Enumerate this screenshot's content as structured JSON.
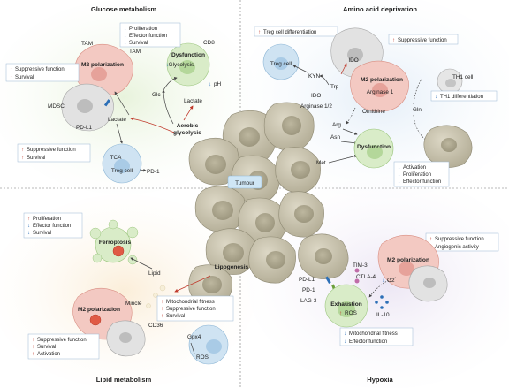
{
  "quadrants": {
    "glucose": "Glucose metabolism",
    "amino": "Amino acid deprivation",
    "lipid": "Lipid metabolism",
    "hypoxia": "Hypoxia"
  },
  "center": {
    "tumour": "Tumour",
    "aerobic_1": "Aerobic",
    "aerobic_2": "glycolysis",
    "lipogenesis": "Lipogenesis"
  },
  "glucose": {
    "tam_1": "TAM",
    "tam_2": "TAM",
    "m2": "M2 polarization",
    "mdsc": "MDSC",
    "pdl1": "PD-L1",
    "lactate_1": "Lactate",
    "lactate_2": "Lactate",
    "glc": "Glc",
    "cd8": "CD8",
    "dysfunction": "Dysfunction",
    "glycolysis": "Glycolysis",
    "ph": "pH",
    "tca": "TCA",
    "treg": "Treg cell",
    "pd1": "PD-1",
    "box_cd8": [
      "Proliferation",
      "Effector function",
      "Survival"
    ],
    "box_cd8_dir": [
      "down",
      "down",
      "down"
    ],
    "box_tam": [
      "Suppressive function",
      "Survival"
    ],
    "box_tam_dir": [
      "up",
      "up"
    ],
    "box_treg": [
      "Suppressive function",
      "Survival"
    ],
    "box_treg_dir": [
      "up",
      "up"
    ]
  },
  "amino": {
    "treg_diff": "Treg cell differentiation",
    "treg": "Treg cell",
    "ido_1": "IDO",
    "ido_2": "IDO",
    "supp": "Suppressive function",
    "kyn": "KYN",
    "trp": "Trp",
    "m2": "M2 polarization",
    "arginase1": "Arginase 1",
    "th1": "TH1 cell",
    "th1_diff": "TH1 differentiation",
    "arginase12": "Arginase 1/2",
    "ornithine": "Ornithine",
    "gln": "Gln",
    "arg": "Arg",
    "asn": "Asn",
    "met": "Met",
    "dysfunction": "Dysfunction",
    "box": [
      "Activation",
      "Proliferation",
      "Effector function"
    ],
    "box_dir": [
      "down",
      "down",
      "down"
    ]
  },
  "lipid": {
    "box": [
      "Proliferation",
      "Effector function",
      "Survival"
    ],
    "box_dir": [
      "up",
      "down",
      "down"
    ],
    "ferroptosis": "Ferroptosis",
    "lipid": "Lipid",
    "m2": "M2 polarization",
    "mincle": "Mincle",
    "cd36": "CD36",
    "box2": [
      "Suppressive function",
      "Survival",
      "Activation"
    ],
    "box2_dir": [
      "up",
      "up",
      "up"
    ],
    "box3": [
      "Mitochondrial fitness",
      "Suppressive function",
      "Survival"
    ],
    "box3_dir": [
      "up",
      "up",
      "up"
    ],
    "gpx4": "Gpx4",
    "ros": "ROS"
  },
  "hypoxia": {
    "box": [
      "Suppressive function",
      "Angiogenic activity"
    ],
    "box_dir": [
      "up",
      "up"
    ],
    "m2": "M2 polarization",
    "tim3": "TIM-3",
    "ctla4": "CTLA-4",
    "pdl1": "PD-L1",
    "pd1": "PD-1",
    "lag3": "LAG-3",
    "o2": "O2",
    "exhaustion": "Exhaustion",
    "ros": "ROS",
    "il10": "IL-10",
    "box2": [
      "Mitochondrial fitness",
      "Effector function"
    ],
    "box2_dir": [
      "down",
      "down"
    ]
  },
  "colors": {
    "tumour_cell": "#c9c4b0",
    "green_cell": "#d9ecc8",
    "blue_cell": "#cfe3f2",
    "pink_cell": "#f3c9c2",
    "grey_cell": "#d8d8d8",
    "arrow_red": "#c0392b"
  }
}
